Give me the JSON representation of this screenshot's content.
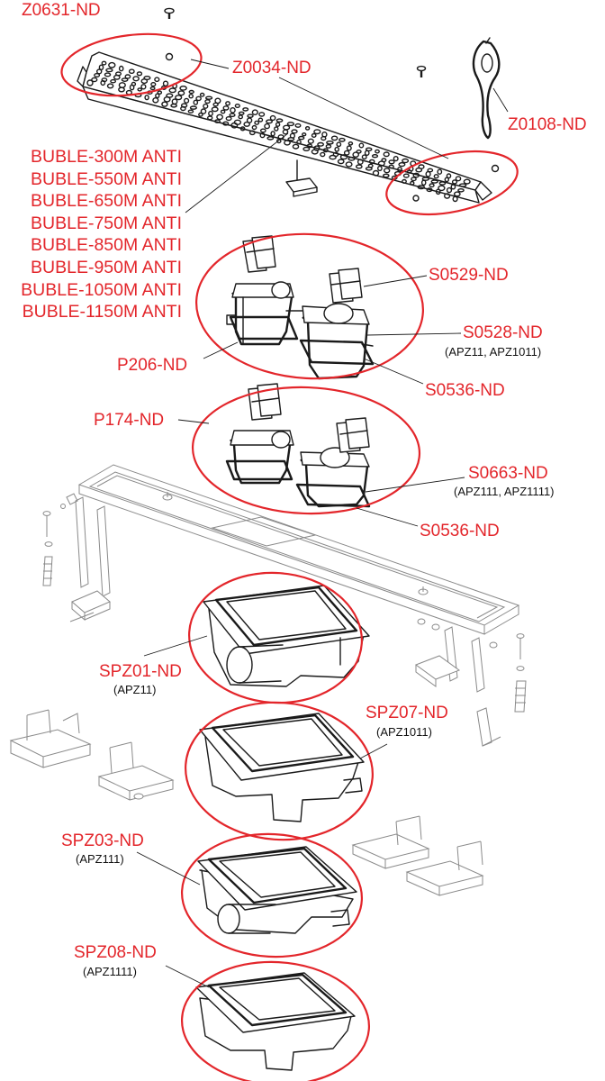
{
  "colors": {
    "label": "#e3262b",
    "outline": "#1a1a1a",
    "frame": "#8a8a8a"
  },
  "labels": {
    "z0631": "Z0631-ND",
    "z0034": "Z0034-ND",
    "z0108": "Z0108-ND",
    "s0529": "S0529-ND",
    "s0528": "S0528-ND",
    "s0528_sub": "(APZ11, APZ1011)",
    "p206": "P206-ND",
    "s0536_a": "S0536-ND",
    "p174": "P174-ND",
    "s0663": "S0663-ND",
    "s0663_sub": "(APZ111, APZ1111)",
    "s0536_b": "S0536-ND",
    "spz01": "SPZ01-ND",
    "spz01_sub": "(APZ11)",
    "spz07": "SPZ07-ND",
    "spz07_sub": "(APZ1011)",
    "spz03": "SPZ03-ND",
    "spz03_sub": "(APZ111)",
    "spz08": "SPZ08-ND",
    "spz08_sub": "(APZ1111)"
  },
  "grate_variants": [
    "BUBLE-300M ANTI",
    "BUBLE-550M ANTI",
    "BUBLE-650M ANTI",
    "BUBLE-750M ANTI",
    "BUBLE-850M ANTI",
    "BUBLE-950M ANTI",
    "BUBLE-1050M ANTI",
    "BUBLE-1150M ANTI"
  ]
}
